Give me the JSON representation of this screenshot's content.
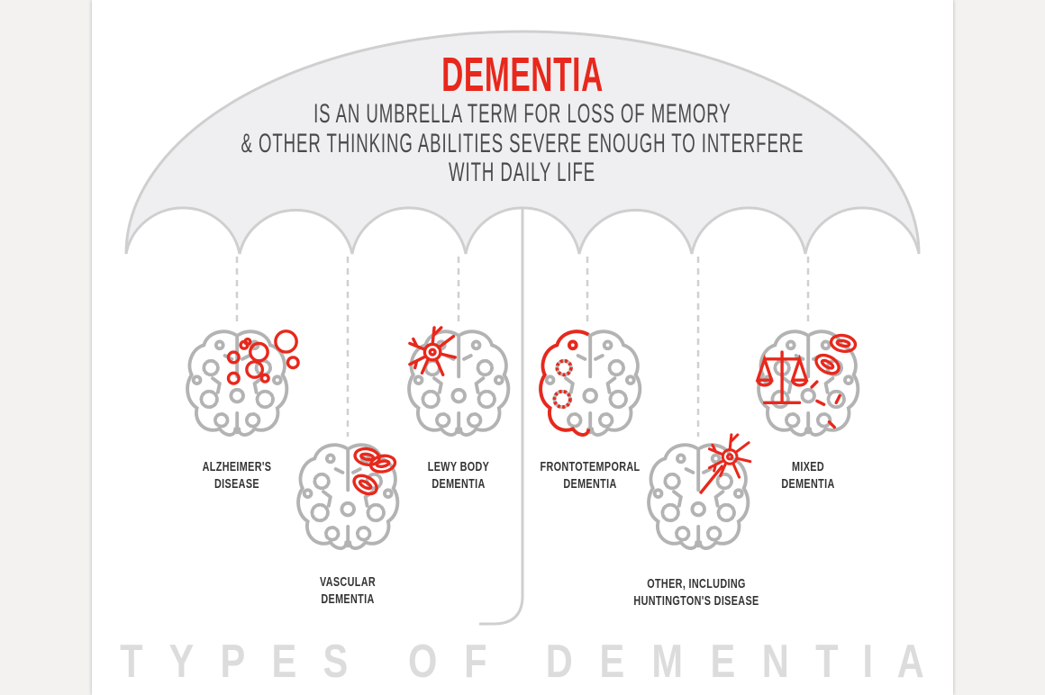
{
  "header": {
    "title": "DEMENTIA",
    "subtitle_lines": [
      "IS AN UMBRELLA TERM FOR LOSS OF MEMORY",
      "& OTHER THINKING ABILITIES SEVERE ENOUGH TO INTERFERE",
      "WITH DAILY LIFE"
    ]
  },
  "types": [
    {
      "line1": "ALZHEIMER'S",
      "line2": "DISEASE",
      "icon": "brain-plaques-icon"
    },
    {
      "line1": "VASCULAR",
      "line2": "DEMENTIA",
      "icon": "brain-blood-cells-icon"
    },
    {
      "line1": "LEWY BODY",
      "line2": "DEMENTIA",
      "icon": "brain-neuron-icon"
    },
    {
      "line1": "FRONTOTEMPORAL",
      "line2": "DEMENTIA",
      "icon": "brain-frontal-lobe-icon"
    },
    {
      "line1": "OTHER, INCLUDING",
      "line2": "HUNTINGTON'S DISEASE",
      "icon": "brain-neuron-icon"
    },
    {
      "line1": "MIXED",
      "line2": "DEMENTIA",
      "icon": "brain-scales-icon"
    }
  ],
  "footer": {
    "letters": [
      "T",
      "Y",
      "P",
      "E",
      "S",
      " ",
      "O",
      "F",
      " ",
      "D",
      "E",
      "M",
      "E",
      "N",
      "T",
      "I",
      "A"
    ],
    "text": "TYPES OF DEMENTIA"
  },
  "colors": {
    "accent": "#e8281c",
    "line": "#c8c8c8",
    "canopy": "#efeff1",
    "text": "#4a4a4a"
  }
}
